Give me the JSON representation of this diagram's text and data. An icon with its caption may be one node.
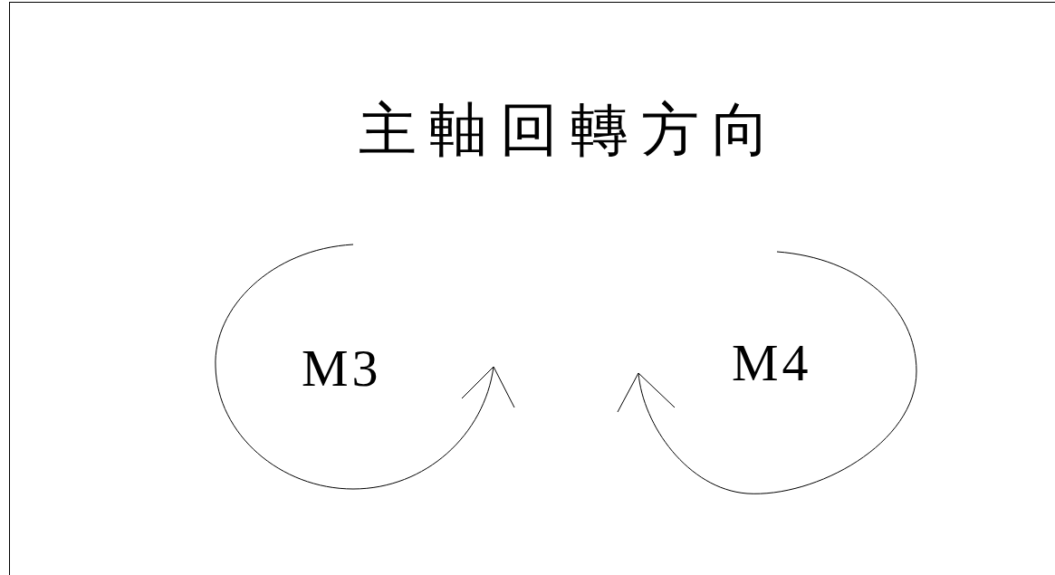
{
  "diagram": {
    "title": "主軸回轉方向",
    "labels": [
      "M3",
      "M4"
    ]
  }
}
